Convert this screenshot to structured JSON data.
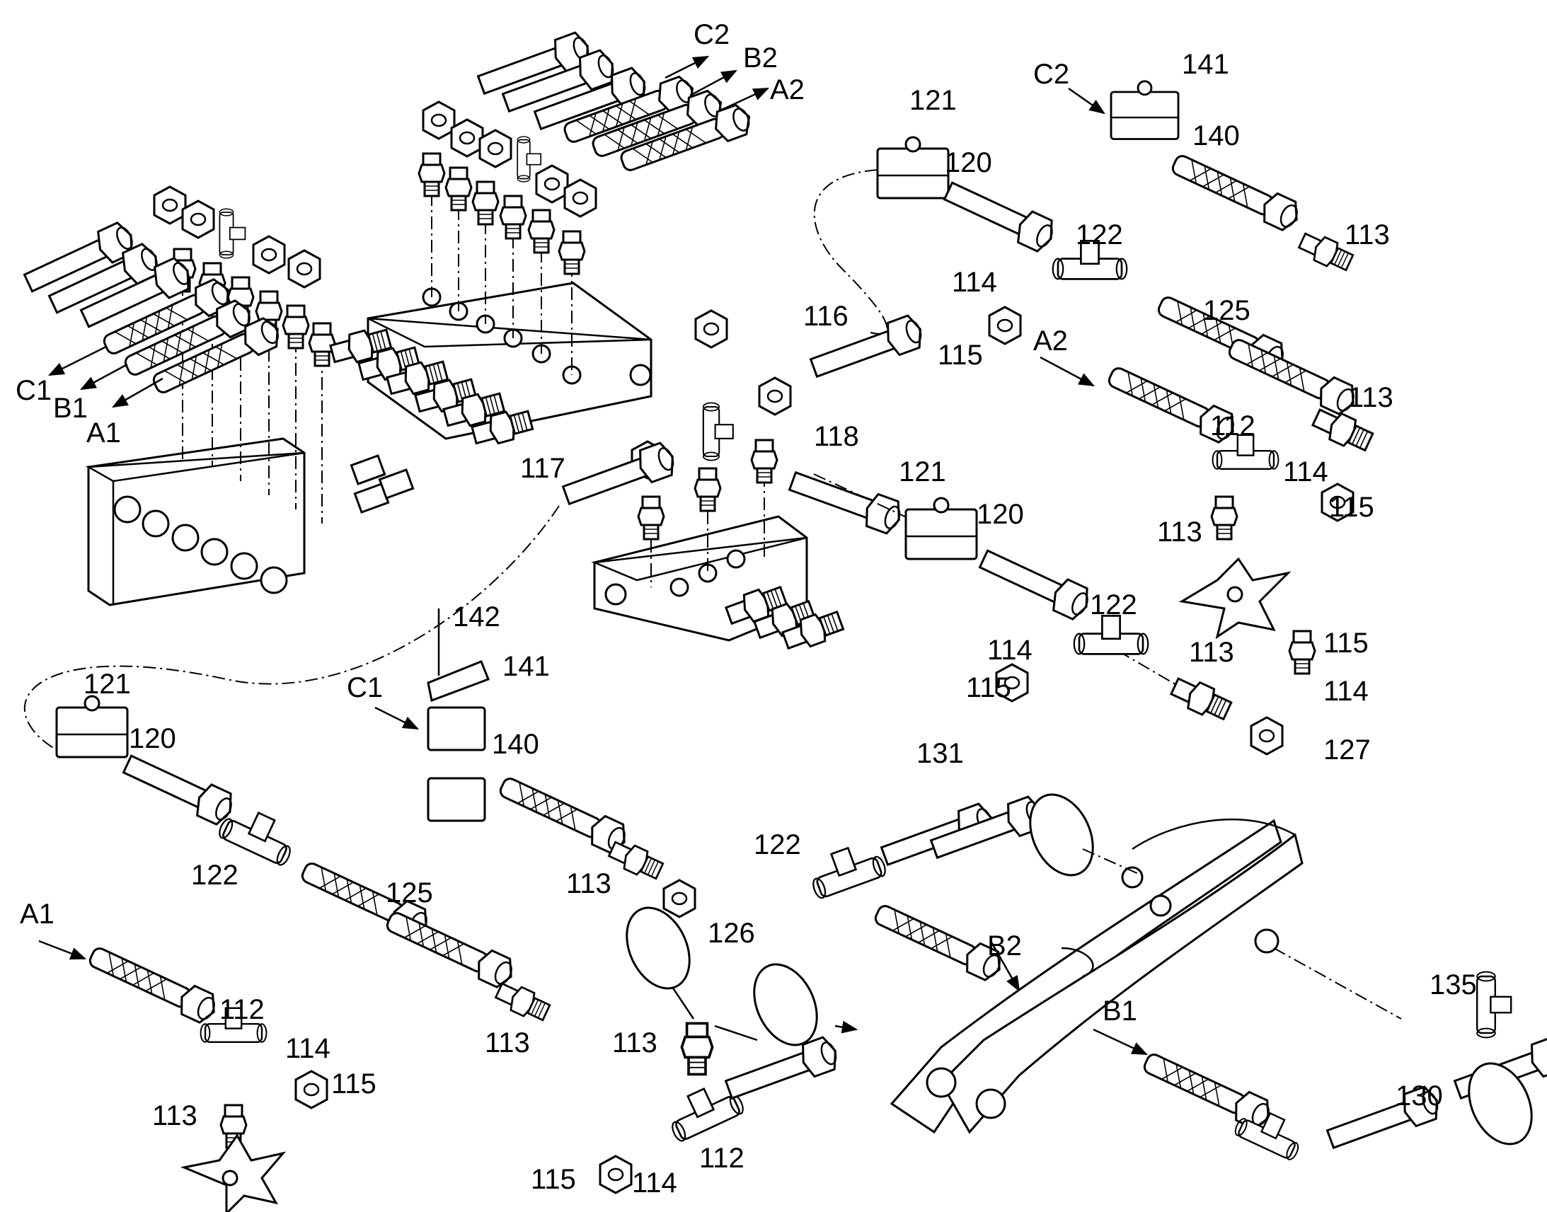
{
  "labels": {
    "l141_top": "141",
    "l140_top": "140",
    "lC2_top": "C2",
    "l113_a": "113",
    "l121_a": "121",
    "l120_a": "120",
    "l122_a": "122",
    "l114_a": "114",
    "l115_a": "115",
    "l125_a": "125",
    "lA2_a": "A2",
    "l113_b": "113",
    "l112_a": "112",
    "l114_b": "114",
    "l115_b": "115",
    "l113_c": "113",
    "l116": "116",
    "l118": "118",
    "l117": "117",
    "l121_b": "121",
    "l120_b": "120",
    "l122_b": "122",
    "l114_c": "114",
    "l115_c": "115",
    "l113_d": "113",
    "l115_d": "115",
    "l114_d": "114",
    "l127": "127",
    "lC2_arrow": "C2",
    "lB2_arrow": "B2",
    "lA2_arrow": "A2",
    "lC1_arrow": "C1",
    "lB1_arrow": "B1",
    "lA1_block": "A1",
    "l142": "142",
    "l141_b": "141",
    "lC1_b": "C1",
    "l140_b": "140",
    "l121_c": "121",
    "l120_c": "120",
    "l122_c": "122",
    "l125_b": "125",
    "l113_e": "113",
    "l126": "126",
    "l131": "131",
    "l122_d": "122",
    "lB2_b": "B2",
    "lA1_b": "A1",
    "l112_b": "112",
    "l114_e": "114",
    "l115_e": "115",
    "l113_f": "113",
    "l113_g": "113",
    "l113_h": "113",
    "l115_f": "115",
    "l114_f": "114",
    "l112_c": "112",
    "lB1_b": "B1",
    "l135": "135",
    "l130": "130"
  },
  "icons": [
    "valve-block",
    "hose-fitting",
    "tee-fitting",
    "elbow-fitting",
    "clamp",
    "boom-arm",
    "grease-nipple",
    "nut",
    "flange"
  ]
}
